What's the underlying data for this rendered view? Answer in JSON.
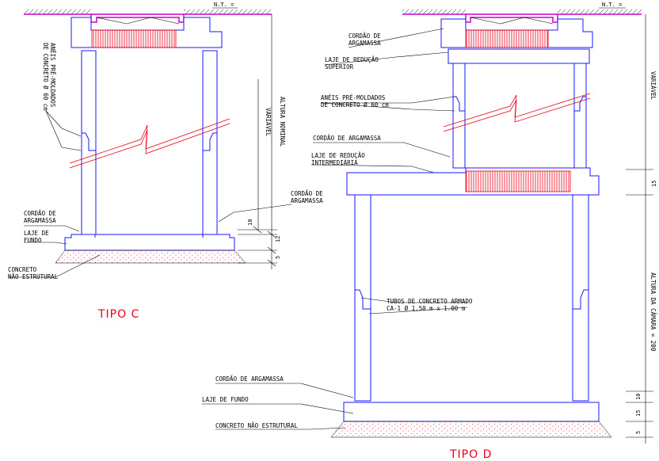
{
  "titles": {
    "tipo_c": "TIPO C",
    "tipo_d": "TIPO D"
  },
  "levels": {
    "nt_c": "N.T. =",
    "nt_d": "N.T. ="
  },
  "tipo_c": {
    "aneis": [
      "ANÉIS PRÉ-MOLDADOS",
      "DE CONCRETO Ø 60 cm"
    ],
    "altura": [
      "ALTURA NOMINAL",
      "VARIÁVEL"
    ],
    "cordao_right": [
      "CORDÃO DE",
      "ARGAMASSA"
    ],
    "cordao_left": [
      "CORDÃO DE",
      "ARGAMASSA"
    ],
    "laje": [
      "LAJE DE",
      "FUNDO"
    ],
    "concreto": [
      "CONCRETO",
      "NÃO ESTRUTURAL"
    ],
    "dims": [
      "10",
      "12",
      "5"
    ]
  },
  "tipo_d": {
    "cordao_top": [
      "CORDÃO DE",
      "ARGAMASSA"
    ],
    "laje_sup": [
      "LAJE DE REDUÇÃO",
      "SUPERIOR"
    ],
    "aneis": [
      "ANÉIS PRÉ-MOLDADOS",
      "DE CONCRETO Ø 60 cm"
    ],
    "cordao_mid": "CORDÃO DE ARGAMASSA",
    "laje_int": [
      "LAJE DE REDUÇÃO",
      "INTERMEDIÁRIA"
    ],
    "tubos": [
      "TUBOS DE CONCRETO ARMADO",
      "CA-1 Ø 1.50 m x 1.00 m"
    ],
    "cordao_bot": "CORDÃO DE ARGAMASSA",
    "laje_fundo": "LAJE DE FUNDO",
    "concreto": "CONCRETO NÃO ESTRUTURAL",
    "variavel": "VARIÁVEL",
    "altura_camara": "ALTURA DA CÂMARA = 200",
    "dims": [
      "15",
      "10",
      "15",
      "5"
    ]
  },
  "colors": {
    "wall": "#1a1aff",
    "hatch": "#e8001a",
    "ground": "#cc00cc",
    "text": "#000000"
  }
}
